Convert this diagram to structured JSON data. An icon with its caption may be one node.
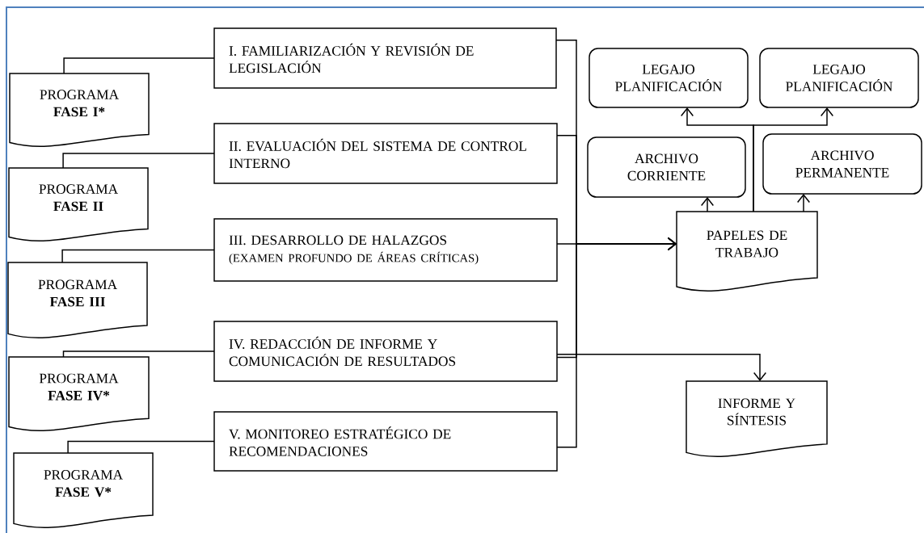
{
  "diagram": {
    "nodes": [
      {
        "text": [
          "I. FAMILIARIZACIÓN Y REVISIÓN DE LEGISLACIÓN"
        ]
      },
      {
        "text": [
          "II. EVALUACIÓN DEL SISTEMA DE CONTROL INTERNO"
        ]
      },
      {
        "text": [
          "III. DESARROLLO DE HALAZGOS",
          "(EXAMEN PROFUNDO DE ÁREAS CRÍTICAS)"
        ]
      },
      {
        "text": [
          "IV. REDACCIÓN DE INFORME Y COMUNICACIÓN DE RESULTADOS"
        ]
      },
      {
        "text": [
          "V. MONITOREO ESTRATÉGICO DE RECOMENDACIONES"
        ]
      },
      {
        "text": [
          "PROGRAMA",
          "FASE I*"
        ]
      },
      {
        "text": [
          "PROGRAMA",
          "FASE II"
        ]
      },
      {
        "text": [
          "PROGRAMA",
          "FASE III"
        ]
      },
      {
        "text": [
          "PROGRAMA",
          "FASE IV*"
        ]
      },
      {
        "text": [
          "PROGRAMA",
          "FASE V*"
        ]
      },
      {
        "text": [
          "LEGAJO PLANIFICACIÓN"
        ]
      },
      {
        "text": [
          "LEGAJO PLANIFICACIÓN"
        ]
      },
      {
        "text": [
          "ARCHIVO CORRIENTE"
        ]
      },
      {
        "text": [
          "ARCHIVO PERMANENTE"
        ]
      },
      {
        "text": [
          "PAPELES DE TRABAJO"
        ]
      },
      {
        "text": [
          "INFORME Y SÍNTESIS"
        ]
      }
    ],
    "edges": [
      {
        "from": 5,
        "to": 0,
        "arrow": "none"
      },
      {
        "from": 6,
        "to": 1,
        "arrow": "none"
      },
      {
        "from": 7,
        "to": 2,
        "arrow": "none"
      },
      {
        "from": 8,
        "to": 3,
        "arrow": "none"
      },
      {
        "from": 9,
        "to": 4,
        "arrow": "none"
      },
      {
        "from": 0,
        "to": 14,
        "arrow": "to"
      },
      {
        "from": 1,
        "to": 14,
        "arrow": "to"
      },
      {
        "from": 2,
        "to": 14,
        "arrow": "to"
      },
      {
        "from": 3,
        "to": 14,
        "arrow": "to"
      },
      {
        "from": 4,
        "to": 14,
        "arrow": "to"
      },
      {
        "from": 3,
        "to": 15,
        "arrow": "to"
      },
      {
        "from": 14,
        "to": 12,
        "arrow": "to"
      },
      {
        "from": 14,
        "to": 13,
        "arrow": "to"
      },
      {
        "from": 14,
        "to": 10,
        "arrow": "to"
      },
      {
        "from": 14,
        "to": 11,
        "arrow": "to"
      }
    ]
  }
}
